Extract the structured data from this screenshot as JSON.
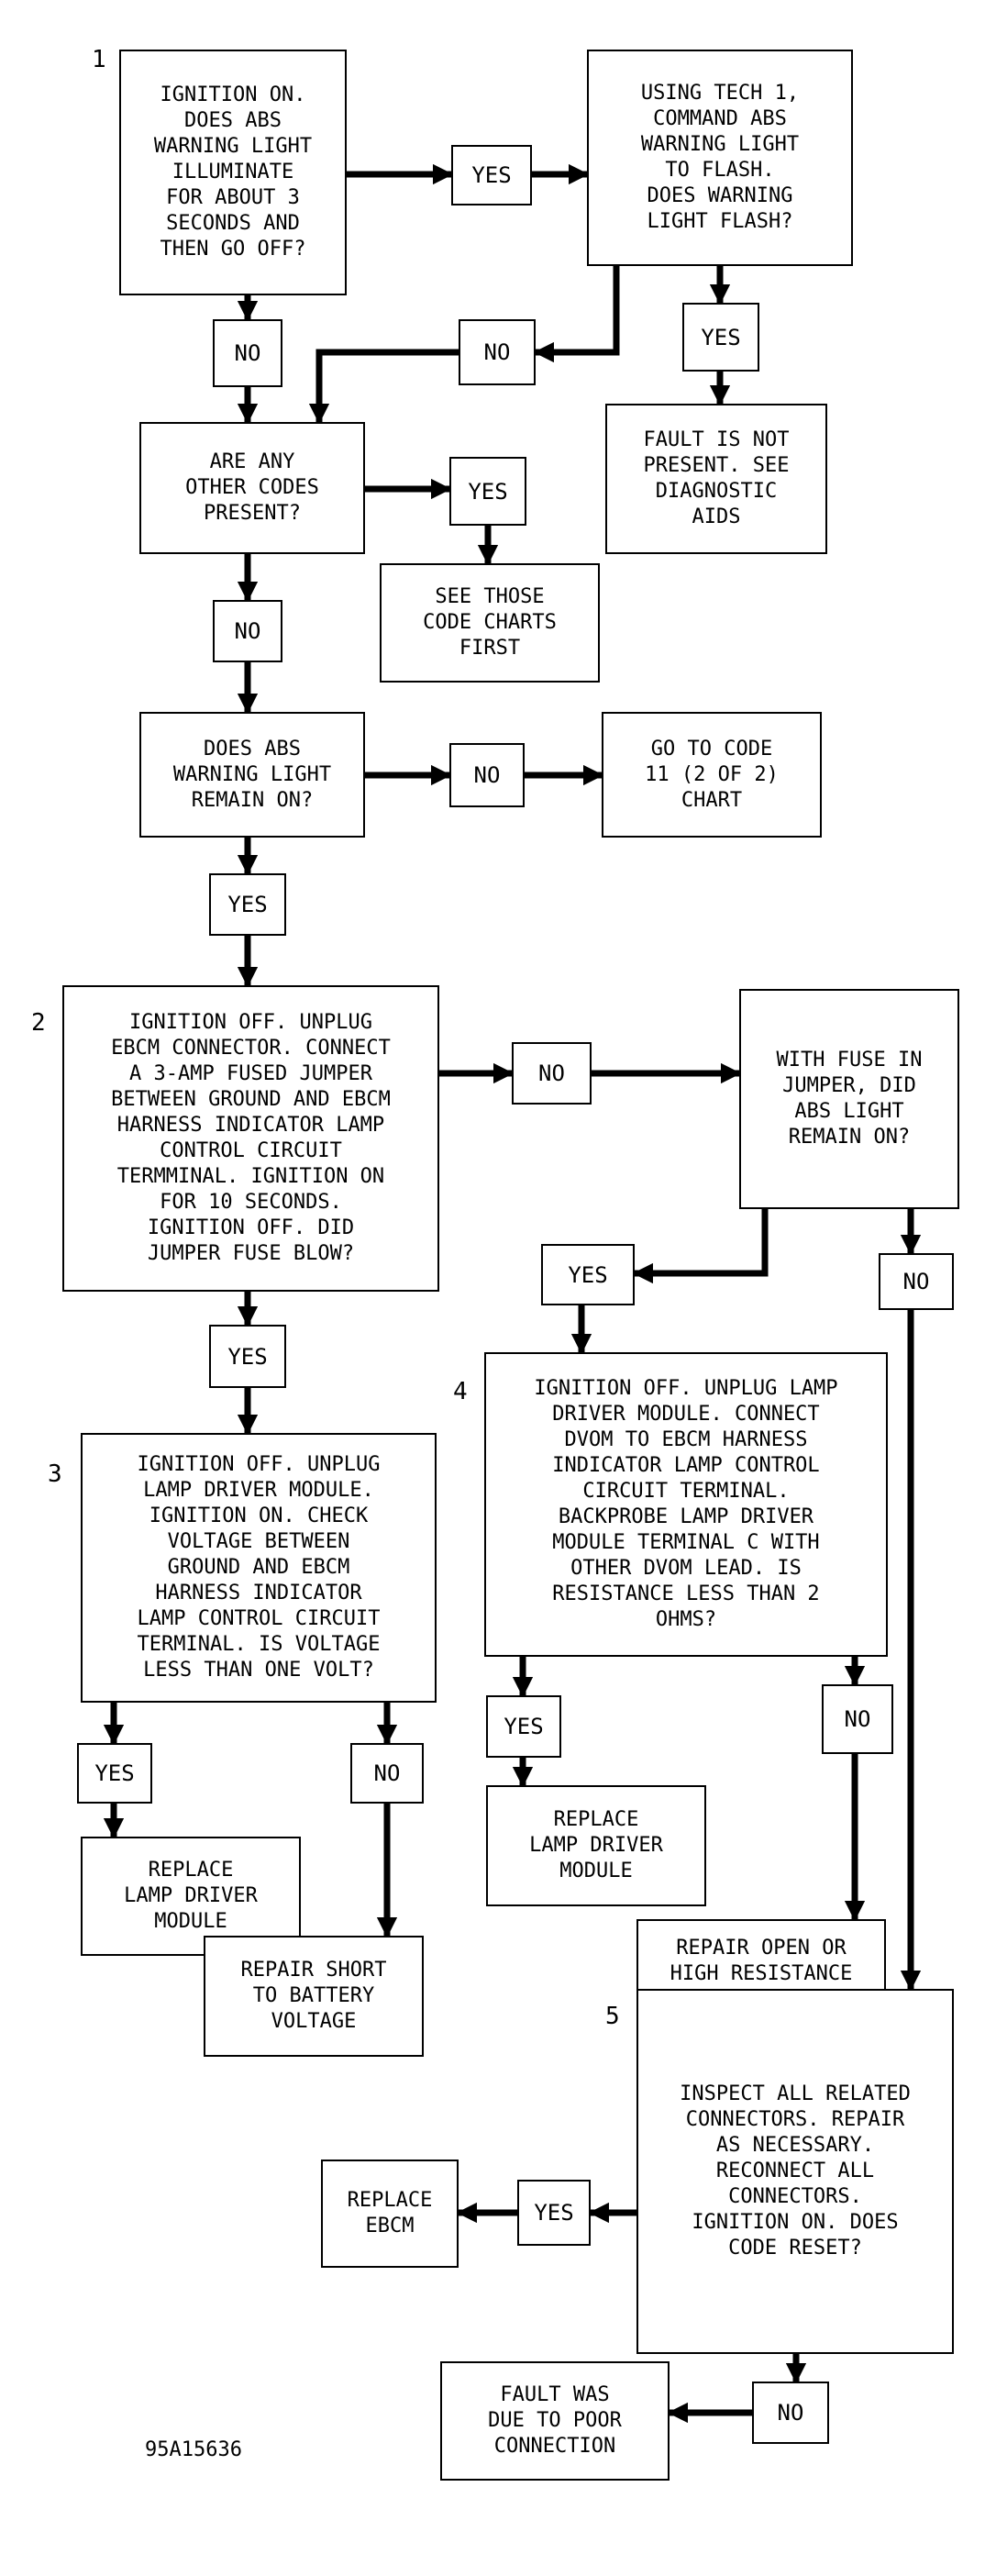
{
  "steps": {
    "s1": "1",
    "s2": "2",
    "s3": "3",
    "s4": "4",
    "s5": "5"
  },
  "boxes": {
    "b1_ignition_on": "IGNITION ON.\nDOES ABS\nWARNING LIGHT\nILLUMINATE\nFOR ABOUT 3\nSECONDS AND\nTHEN GO OFF?",
    "b2_using_tech1": "USING TECH 1,\nCOMMAND ABS\nWARNING LIGHT\nTO FLASH.\nDOES WARNING\nLIGHT FLASH?",
    "b3_fault_not_present": "FAULT IS NOT\nPRESENT. SEE\nDIAGNOSTIC\nAIDS",
    "b4_other_codes": "ARE ANY\nOTHER CODES\nPRESENT?",
    "b5_see_those_codes": "SEE THOSE\nCODE CHARTS\nFIRST",
    "b6_light_remain_on": "DOES ABS\nWARNING LIGHT\nREMAIN ON?",
    "b7_go_to_code_11": "GO TO CODE\n11 (2 OF 2)\nCHART",
    "b8_unplug_ebcm": "IGNITION OFF. UNPLUG\nEBCM CONNECTOR. CONNECT\nA 3-AMP FUSED JUMPER\nBETWEEN GROUND AND EBCM\nHARNESS INDICATOR LAMP\nCONTROL CIRCUIT\nTERMMINAL. IGNITION ON\nFOR 10 SECONDS.\nIGNITION OFF. DID\nJUMPER FUSE BLOW?",
    "b9_fuse_in_jumper": "WITH FUSE IN\nJUMPER, DID\nABS LIGHT\nREMAIN ON?",
    "b10_check_voltage": "IGNITION OFF. UNPLUG\nLAMP DRIVER MODULE.\nIGNITION ON. CHECK\nVOLTAGE BETWEEN\nGROUND AND EBCM\nHARNESS INDICATOR\nLAMP CONTROL CIRCUIT\nTERMINAL. IS VOLTAGE\nLESS THAN ONE VOLT?",
    "b11_connect_dvom": "IGNITION OFF. UNPLUG LAMP\nDRIVER MODULE. CONNECT\nDVOM TO EBCM HARNESS\nINDICATOR LAMP CONTROL\nCIRCUIT TERMINAL.\nBACKPROBE LAMP DRIVER\nMODULE TERMINAL C WITH\nOTHER DVOM LEAD. IS\nRESISTANCE LESS THAN 2\nOHMS?",
    "b12_replace_ldm_left": "REPLACE\nLAMP DRIVER\nMODULE",
    "b13_repair_short": "REPAIR SHORT\nTO BATTERY\nVOLTAGE",
    "b14_replace_ldm_right": "REPLACE\nLAMP DRIVER\nMODULE",
    "b15_repair_open": "REPAIR OPEN OR\nHIGH RESISTANCE\nIN INDICATOR\nLAMP CONTROL\nCIRCUIT",
    "b16_inspect_connectors": "INSPECT ALL RELATED\nCONNECTORS. REPAIR\nAS NECESSARY.\nRECONNECT ALL\nCONNECTORS.\nIGNITION ON. DOES\nCODE RESET?",
    "b17_replace_ebcm": "REPLACE\nEBCM",
    "b18_poor_connection": "FAULT WAS\nDUE TO POOR\nCONNECTION"
  },
  "labels": {
    "yes": "YES",
    "no": "NO"
  },
  "figure_ref": "95A15636"
}
